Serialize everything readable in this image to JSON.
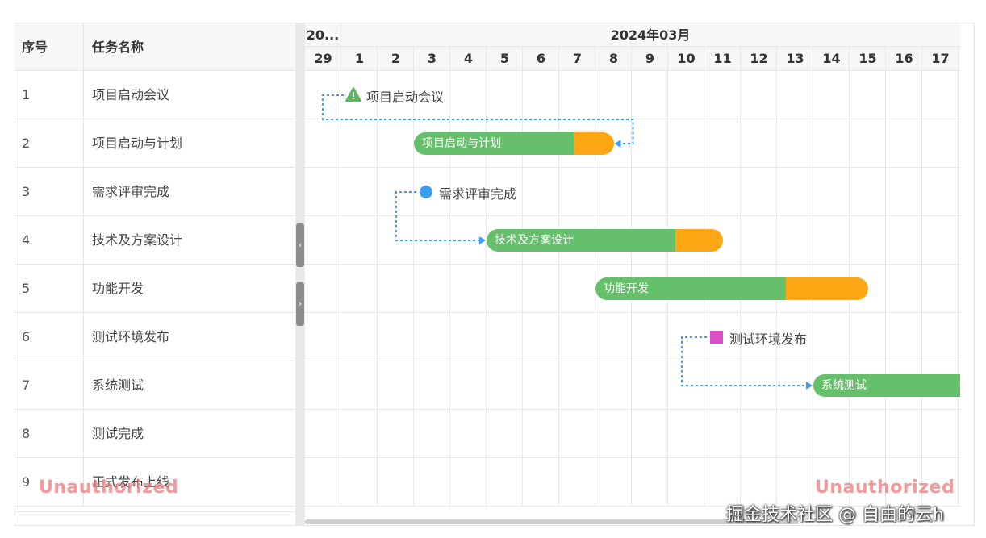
{
  "table": {
    "col_index": "序号",
    "col_name": "任务名称",
    "rows": [
      {
        "index": "1",
        "name": "项目启动会议"
      },
      {
        "index": "2",
        "name": "项目启动与计划"
      },
      {
        "index": "3",
        "name": "需求评审完成"
      },
      {
        "index": "4",
        "name": "技术及方案设计"
      },
      {
        "index": "5",
        "name": "功能开发"
      },
      {
        "index": "6",
        "name": "测试环境发布"
      },
      {
        "index": "7",
        "name": "系统测试"
      },
      {
        "index": "8",
        "name": "测试完成"
      },
      {
        "index": "9",
        "name": "正式发布上线"
      }
    ]
  },
  "timeline": {
    "prev_month_label": "20...",
    "month_label": "2024年03月",
    "days": [
      "29",
      "1",
      "2",
      "3",
      "4",
      "5",
      "6",
      "7",
      "8",
      "9",
      "10",
      "11",
      "12",
      "13",
      "14",
      "15",
      "16",
      "17"
    ]
  },
  "gantt": {
    "bars": [
      {
        "name": "项目启动与计划",
        "row": 1,
        "start_day_index": 3,
        "end_day_index": 8.5,
        "progress": 0.8
      },
      {
        "name": "技术及方案设计",
        "row": 3,
        "start_day_index": 5,
        "end_day_index": 11.5,
        "progress": 0.8
      },
      {
        "name": "功能开发",
        "row": 4,
        "start_day_index": 8,
        "end_day_index": 15.5,
        "progress": 0.7
      },
      {
        "name": "系统测试",
        "row": 6,
        "start_day_index": 14,
        "end_day_index": 18.8,
        "progress": 1.0
      }
    ],
    "milestones": [
      {
        "name": "项目启动会议",
        "row": 0,
        "day_index": 1,
        "shape": "warning-triangle",
        "color": "#5cb85c"
      },
      {
        "name": "需求评审完成",
        "row": 2,
        "day_index": 3,
        "shape": "circle",
        "color": "#3d9df3"
      },
      {
        "name": "测试环境发布",
        "row": 5,
        "day_index": 11,
        "shape": "square",
        "color": "#d94fc7"
      }
    ],
    "colors": {
      "progress": "#66bf6b",
      "remaining": "#fea614",
      "link": "#3d9df3"
    }
  },
  "splitter": {
    "collapse_icon": "‹",
    "expand_icon": "›"
  },
  "watermarks": {
    "left": "Unauthorized",
    "right": "Unauthorized"
  },
  "credit": "掘金技术社区 @ 自由的云h"
}
